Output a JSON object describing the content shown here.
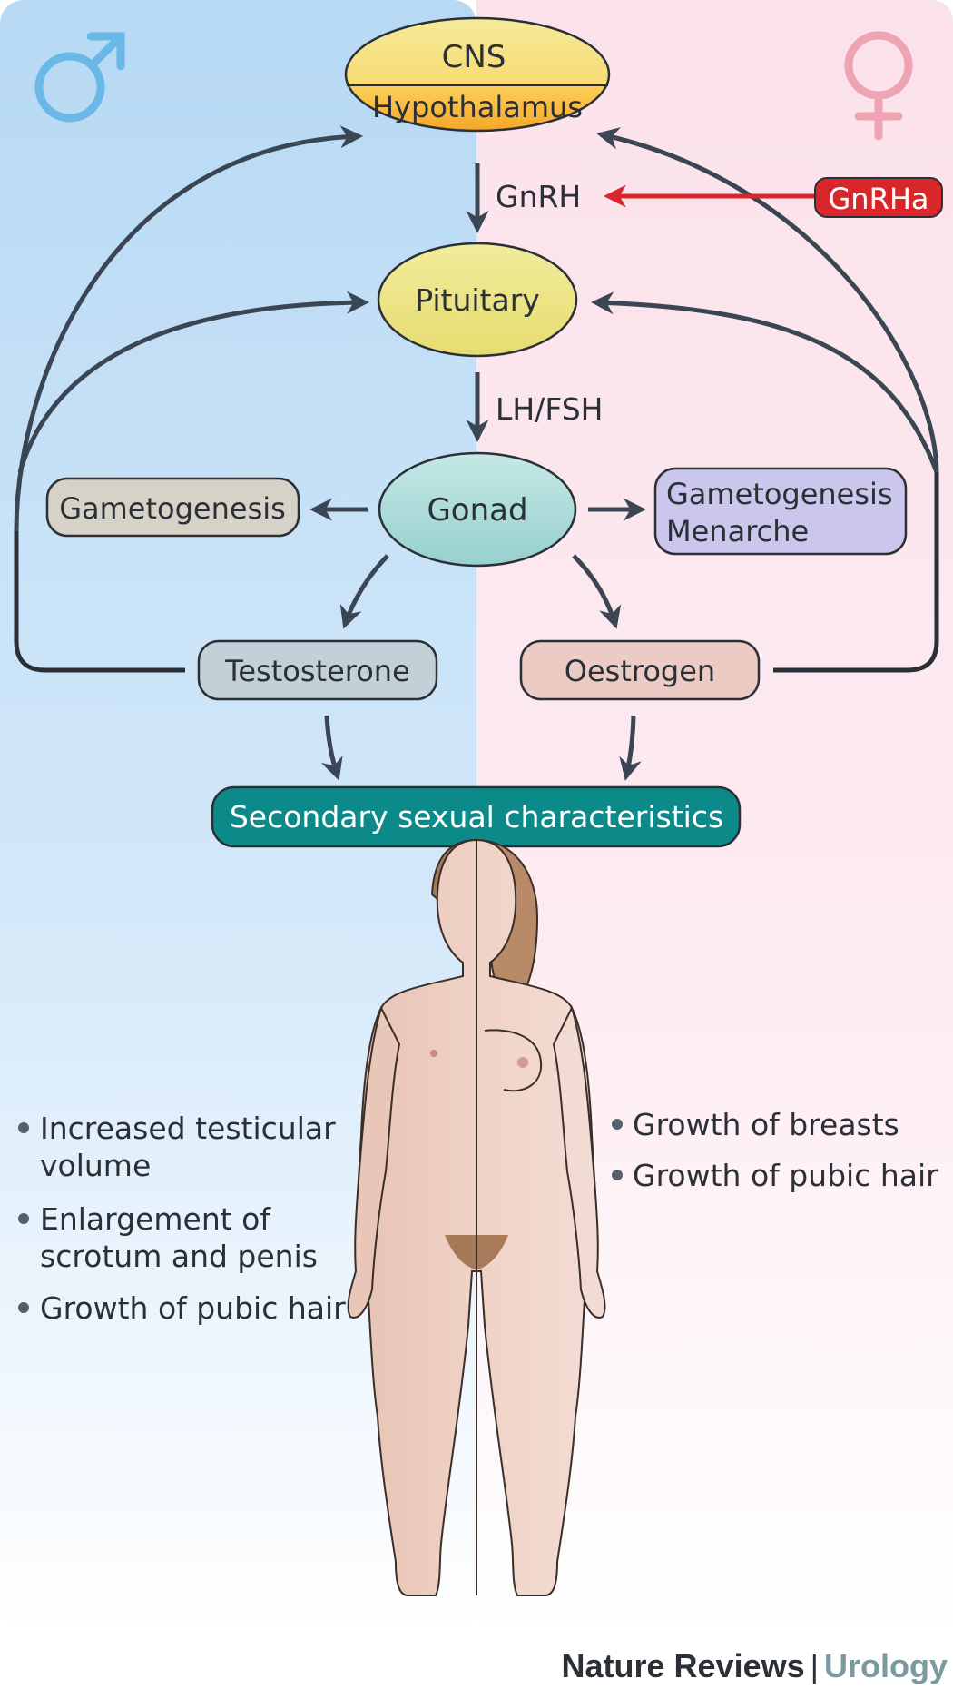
{
  "nodes": {
    "cns": "CNS",
    "hypothalamus": "Hypothalamus",
    "pituitary": "Pituitary",
    "gonad": "Gonad",
    "gametogenesis_male": "Gametogenesis",
    "gametogenesis_female_line1": "Gametogenesis",
    "gametogenesis_female_line2": "Menarche",
    "testosterone": "Testosterone",
    "oestrogen": "Oestrogen",
    "secondary": "Secondary sexual characteristics",
    "gnrha": "GnRHa"
  },
  "edges": {
    "gnrh": "GnRH",
    "lhfsh": "LH/FSH"
  },
  "male_traits": [
    [
      "Increased testicular",
      "volume"
    ],
    [
      "Enlargement of",
      "scrotum and penis"
    ],
    [
      "Growth of pubic hair"
    ]
  ],
  "female_traits": [
    [
      "Growth of breasts"
    ],
    [
      "Growth of pubic hair"
    ]
  ],
  "footer": {
    "brand": "Nature Reviews",
    "separator": "|",
    "journal": "Urology"
  },
  "colors": {
    "male_bg": "#bcdcf4",
    "female_bg": "#fbe3ec",
    "arrow": "#3a4654",
    "gnrha_red": "#d8262b",
    "male_symbol": "#6ab8e6",
    "female_symbol": "#efa3b3",
    "teal": "#0c8a8a"
  },
  "icons": {
    "male_symbol": "mars-icon",
    "female_symbol": "venus-icon"
  }
}
